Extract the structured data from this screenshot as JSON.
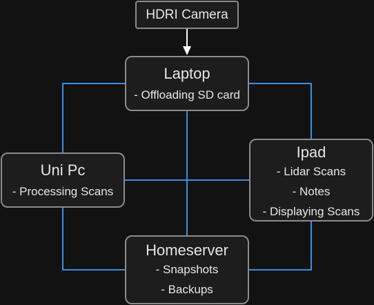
{
  "colors": {
    "background": "#121212",
    "node_fill": "#1d1d1d",
    "node_border": "#8c8c8c",
    "text": "#e6e6e6",
    "connector": "#3b8fe8",
    "arrow": "#ffffff"
  },
  "nodes": {
    "hdri_camera": {
      "title": "HDRI Camera",
      "lines": []
    },
    "laptop": {
      "title": "Laptop",
      "lines": [
        "- Offloading SD card"
      ]
    },
    "uni_pc": {
      "title": "Uni Pc",
      "lines": [
        "- Processing Scans"
      ]
    },
    "ipad": {
      "title": "Ipad",
      "lines": [
        "- Lidar Scans",
        "- Notes",
        "- Displaying Scans"
      ]
    },
    "homeserver": {
      "title": "Homeserver",
      "lines": [
        "- Snapshots",
        "- Backups"
      ]
    }
  },
  "edges": [
    {
      "from": "hdri_camera",
      "to": "laptop",
      "style": "arrow"
    },
    {
      "from": "laptop",
      "to": "uni_pc",
      "style": "line"
    },
    {
      "from": "laptop",
      "to": "ipad",
      "style": "line"
    },
    {
      "from": "laptop",
      "to": "homeserver",
      "style": "line"
    },
    {
      "from": "uni_pc",
      "to": "ipad",
      "style": "line"
    },
    {
      "from": "uni_pc",
      "to": "homeserver",
      "style": "line"
    },
    {
      "from": "ipad",
      "to": "homeserver",
      "style": "line"
    }
  ]
}
